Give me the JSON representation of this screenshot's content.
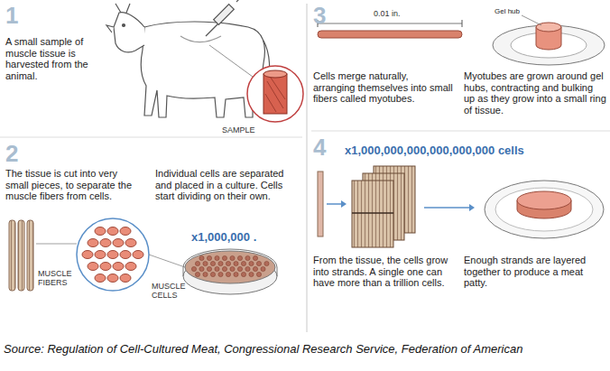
{
  "diagram": {
    "caption": "Source: Regulation of Cell-Cultured Meat, Congressional Research Service, Federation of American",
    "labels": [
      "1",
      "A small sample of muscle tissue is harvested from the animal.",
      "SAMPLE",
      "2",
      "The tissue is cut into very small pieces, to separate the muscle fibers from cells.",
      "Individual cells are separated and placed in a culture. Cells start dividing on their own.",
      "MUSCLE FIBERS",
      "MUSCLE CELLS",
      "x1,000,000 .",
      "3",
      "0.01 in.",
      "Gel hub",
      "Cells merge naturally, arranging themselves into small fibers called myotubes.",
      "Myotubes are grown around gel hubs, contracting and bulking up as they grow into a small ring of tissue.",
      "4",
      "x1,000,000,000,000,000,000 cells",
      "From the tissue, the cells grow into strands. A single one can have more than a trillion cells.",
      "Enough strands are layered together to produce a meat patty."
    ]
  }
}
